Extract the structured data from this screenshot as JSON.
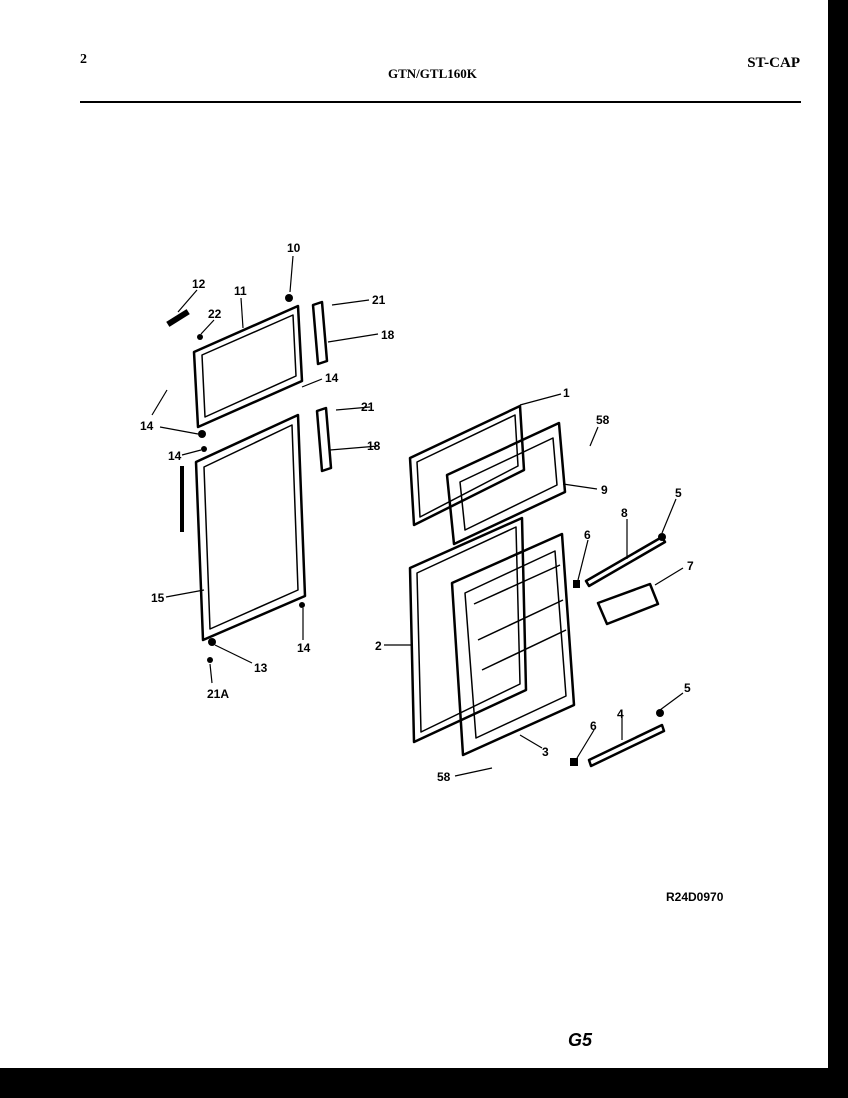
{
  "header": {
    "page_number": "2",
    "model": "GTN/GTL160K",
    "section": "ST-CAP"
  },
  "footer": {
    "drawing_code": "R24D0970",
    "sheet_code": "G5"
  },
  "callouts": [
    "10",
    "12",
    "11",
    "21",
    "22",
    "18",
    "14",
    "14",
    "21",
    "18",
    "14",
    "1",
    "58",
    "9",
    "5",
    "8",
    "6",
    "7",
    "15",
    "14",
    "13",
    "21A",
    "2",
    "5",
    "4",
    "6",
    "3",
    "58"
  ]
}
